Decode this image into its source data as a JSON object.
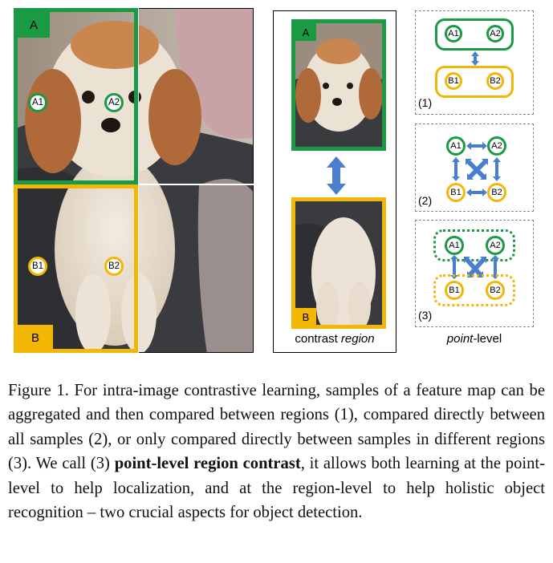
{
  "figure": {
    "left_region_a_label": "A",
    "left_region_b_label": "B",
    "points": {
      "a1": "A1",
      "a2": "A2",
      "b1": "B1",
      "b2": "B2"
    },
    "middle": {
      "label_a": "A",
      "label_b": "B",
      "caption_plain": "contrast ",
      "caption_italic": "region"
    },
    "right": {
      "panel1_num": "(1)",
      "panel2_num": "(2)",
      "panel3_num": "(3)",
      "caption_italic": "point",
      "caption_plain": "-level"
    },
    "colors": {
      "green": "#1a9a45",
      "yellow": "#f2b705",
      "arrow_blue": "#4a7fcb"
    }
  },
  "caption": {
    "part1": "Figure 1. For intra-image contrastive learning, samples of a feature map can be aggregated and then compared between regions (1), compared directly between all samples (2), or only compared directly between samples in different regions (3). We call (3) ",
    "bold": "point-level region contrast",
    "part2": ", it allows both learning at the point-level to help localization, and at the region-level to help holistic object recognition – two crucial aspects for object detection."
  }
}
